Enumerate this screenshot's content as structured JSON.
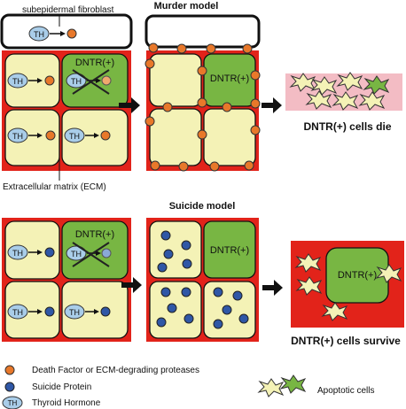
{
  "labels": {
    "fibroblast": "subepidermal fibroblast",
    "murder_title": "Murder model",
    "suicide_title": "Suicide model",
    "ecm": "Extracellular matrix (ECM)",
    "dntr_die": "DNTR(+) cells die",
    "dntr_survive": "DNTR(+) cells survive",
    "th": "TH",
    "dntr": "DNTR(+)"
  },
  "legend": {
    "death_factor": "Death Factor or ECM-degrading proteases",
    "suicide_protein": "Suicide Protein",
    "thyroid_hormone": "Thyroid Hormone",
    "apoptotic_cells": "Apoptotic cells"
  },
  "colors": {
    "ecm_red": "#e2231a",
    "cell_yellow": "#f4f2b6",
    "dntr_green": "#78b643",
    "death_factor_orange": "#e8782a",
    "suicide_blue": "#2f57a6",
    "th_blue": "#a9cde9",
    "apoptotic_pink": "#f3bcc4"
  }
}
